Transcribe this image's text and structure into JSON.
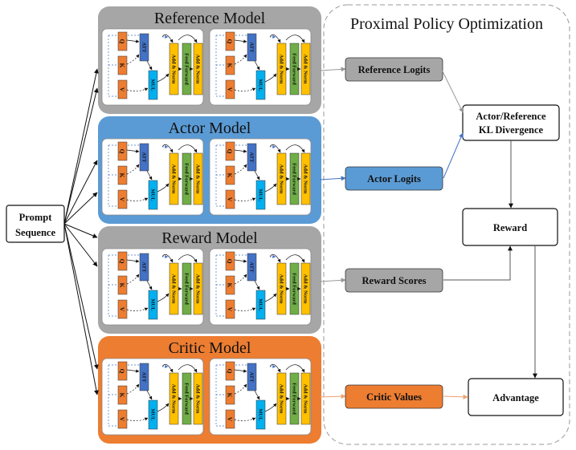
{
  "colors": {
    "reference": "#a6a6a6",
    "actor": "#5b9bd5",
    "reward": "#a6a6a6",
    "critic": "#ed7d31",
    "qkv": "#ed7d31",
    "att": "#4472c4",
    "mul": "#00b0f0",
    "addnorm": "#ffc000",
    "feedforward": "#70ad47",
    "node_reference": "#a6a6a6",
    "node_actor": "#5b9bd5",
    "node_reward": "#a6a6a6",
    "node_critic": "#ed7d31"
  },
  "prompt": {
    "line1": "Prompt",
    "line2": "Sequence"
  },
  "models": [
    {
      "title": "Reference Model",
      "color_key": "reference"
    },
    {
      "title": "Actor Model",
      "color_key": "actor"
    },
    {
      "title": "Reward Model",
      "color_key": "reward"
    },
    {
      "title": "Critic Model",
      "color_key": "critic"
    }
  ],
  "block_labels": {
    "q": "Q",
    "k": "K",
    "v": "V",
    "att": "ATT",
    "mul": "MUL",
    "add_norm": "Add & Norm",
    "feed_forward": "Feed Forward"
  },
  "ppo": {
    "title": "Proximal Policy Optimization",
    "outputs": [
      {
        "label": "Reference Logits",
        "color_key": "node_reference"
      },
      {
        "label": "Actor Logits",
        "color_key": "node_actor"
      },
      {
        "label": "Reward Scores",
        "color_key": "node_reward"
      },
      {
        "label": "Critic Values",
        "color_key": "node_critic"
      }
    ],
    "kl": {
      "line1": "Actor/Reference",
      "line2": "KL Divergence"
    },
    "reward": "Reward",
    "advantage": "Advantage"
  }
}
